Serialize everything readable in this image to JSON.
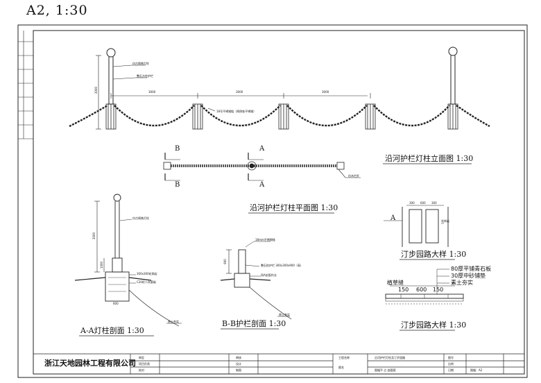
{
  "sheet": {
    "label": "A2,   1:30",
    "company": "浙江天地园林工程有限公司"
  },
  "elevation": {
    "title": "沿河护栏灯柱立面图  1:30",
    "spacing": [
      "3000",
      "3000",
      "3000"
    ],
    "height_dim": "3000",
    "callouts": [
      "仿古铸铁灯柱",
      "整石方柱护栏"
    ],
    "chain_note": "18号不锈钢链（两侧各不锈钢）"
  },
  "plan": {
    "title": "沿河护栏灯柱平面图  1:30",
    "section_a": "A",
    "section_b": "B",
    "note": "仿木栏杆"
  },
  "section_aa": {
    "title": "A-A灯柱剖面  1:30",
    "callouts": [
      "仿古铸铁灯柱",
      "300x300花岗岩",
      "C20砼二灰基础"
    ],
    "dims": [
      "3000",
      "1000",
      "600"
    ],
    "ground": "原土夯实"
  },
  "section_bb": {
    "title": "B-B护栏剖面  1:30",
    "callouts": [
      "18mm不锈钢链",
      "整石柱护栏  300x300x900（高）",
      "同A剖面作法"
    ],
    "dims": [
      "900"
    ],
    "ground": "原土夯实"
  },
  "pave_plan": {
    "title": "汀步园路大样  1:30",
    "section_mark": "A",
    "dims": [
      "300",
      "600",
      "300"
    ],
    "note": "花岗岩"
  },
  "pave_section": {
    "title": "汀步园路大样  1:30",
    "grass": "植草缝",
    "dims": [
      "150",
      "600",
      "150"
    ],
    "layers": [
      "80厚平铺青石板",
      "30厚中砂铺垫",
      "素土夯实"
    ]
  },
  "title_block": {
    "cells": [
      "审定",
      "审核",
      "项目负责",
      "设计",
      "校对",
      "制图",
      "工程名称",
      "图名",
      "沿河护栏灯柱及汀步园路",
      "图号",
      "比例",
      "日期",
      "图幅：A2",
      "图幅平.立.剖面图"
    ]
  }
}
